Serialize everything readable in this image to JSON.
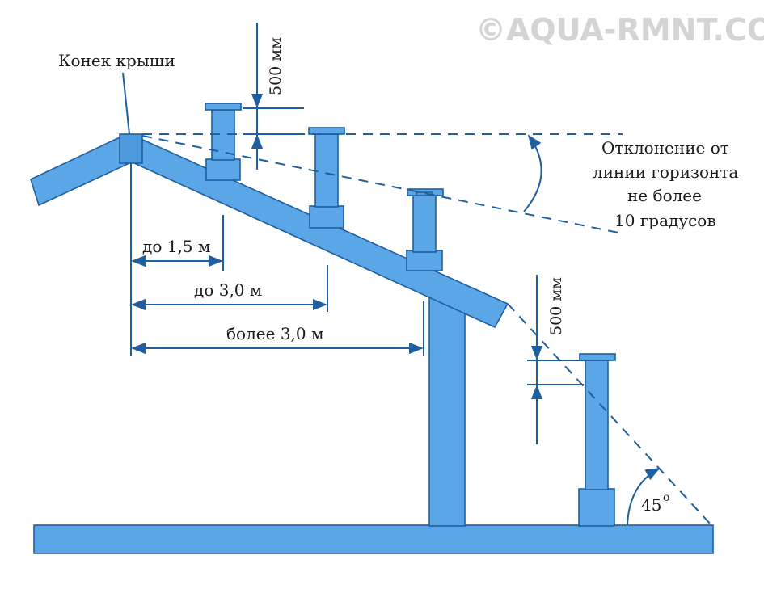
{
  "watermark": "©AQUA-RMNT.COM",
  "labels": {
    "ridge": "Конек крыши",
    "height_top": "500 мм",
    "height_right": "500 мм",
    "dist_1": "до 1,5 м",
    "dist_2": "до 3,0 м",
    "dist_3": "более 3,0 м",
    "deviation_1": "Отклонение от",
    "deviation_2": "линии горизонта",
    "deviation_3": "не более",
    "deviation_4": "10 градусов",
    "angle": "45",
    "angle_unit": "o"
  },
  "colors": {
    "fill": "#5aa6e6",
    "stroke": "#1f5f9f",
    "text": "#1a1a1a",
    "watermark": "#d4d4d4"
  }
}
